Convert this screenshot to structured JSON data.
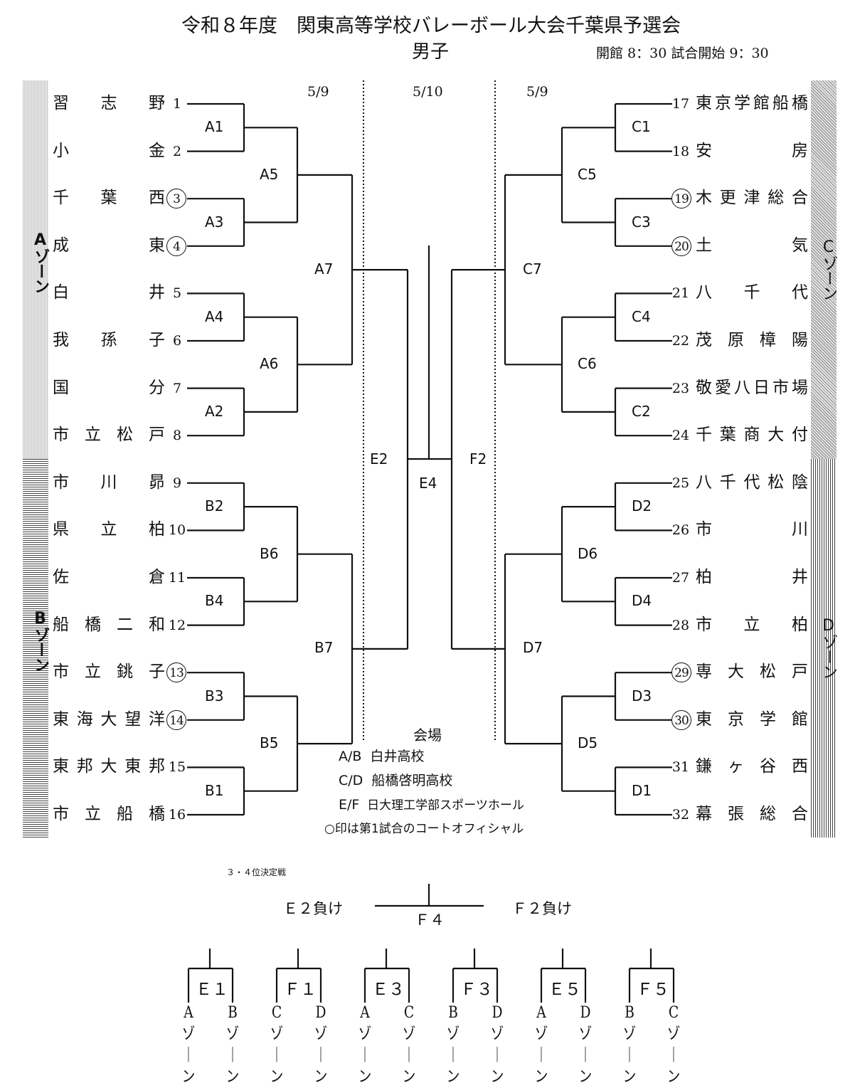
{
  "header": {
    "title": "令和８年度　関東高等学校バレーボール大会千葉県予選会",
    "subtitle": "男子",
    "times": "開館 8：30 試合開始 9：30"
  },
  "dates": {
    "left": "5/9",
    "center": "5/10",
    "right": "5/9"
  },
  "zones": {
    "A": "Aゾーン",
    "B": "Bゾーン",
    "C": "Cゾーン",
    "D": "Dゾーン"
  },
  "teams": [
    {
      "seed": "1",
      "name": [
        "習",
        "志",
        "野"
      ],
      "circled": false
    },
    {
      "seed": "2",
      "name": [
        "小",
        "金"
      ],
      "circled": false
    },
    {
      "seed": "3",
      "name": [
        "千",
        "葉",
        "西"
      ],
      "circled": true
    },
    {
      "seed": "4",
      "name": [
        "成",
        "東"
      ],
      "circled": true
    },
    {
      "seed": "5",
      "name": [
        "白",
        "井"
      ],
      "circled": false
    },
    {
      "seed": "6",
      "name": [
        "我",
        "孫",
        "子"
      ],
      "circled": false
    },
    {
      "seed": "7",
      "name": [
        "国",
        "分"
      ],
      "circled": false
    },
    {
      "seed": "8",
      "name": [
        "市",
        "立",
        "松",
        "戸"
      ],
      "circled": false
    },
    {
      "seed": "9",
      "name": [
        "市",
        "川",
        "昴"
      ],
      "circled": false
    },
    {
      "seed": "10",
      "name": [
        "県",
        "立",
        "柏"
      ],
      "circled": false
    },
    {
      "seed": "11",
      "name": [
        "佐",
        "倉"
      ],
      "circled": false
    },
    {
      "seed": "12",
      "name": [
        "船",
        "橋",
        "二",
        "和"
      ],
      "circled": false
    },
    {
      "seed": "13",
      "name": [
        "市",
        "立",
        "銚",
        "子"
      ],
      "circled": true
    },
    {
      "seed": "14",
      "name": [
        "東",
        "海",
        "大",
        "望",
        "洋"
      ],
      "circled": true
    },
    {
      "seed": "15",
      "name": [
        "東",
        "邦",
        "大",
        "東",
        "邦"
      ],
      "circled": false
    },
    {
      "seed": "16",
      "name": [
        "市",
        "立",
        "船",
        "橋"
      ],
      "circled": false
    },
    {
      "seed": "17",
      "name": [
        "東",
        "京",
        "学",
        "館",
        "船",
        "橋"
      ],
      "circled": false
    },
    {
      "seed": "18",
      "name": [
        "安",
        "房"
      ],
      "circled": false
    },
    {
      "seed": "19",
      "name": [
        "木",
        "更",
        "津",
        "総",
        "合"
      ],
      "circled": true
    },
    {
      "seed": "20",
      "name": [
        "土",
        "気"
      ],
      "circled": true
    },
    {
      "seed": "21",
      "name": [
        "八",
        "千",
        "代"
      ],
      "circled": false
    },
    {
      "seed": "22",
      "name": [
        "茂",
        "原",
        "樟",
        "陽"
      ],
      "circled": false
    },
    {
      "seed": "23",
      "name": [
        "敬",
        "愛",
        "八",
        "日",
        "市",
        "場"
      ],
      "circled": false
    },
    {
      "seed": "24",
      "name": [
        "千",
        "葉",
        "商",
        "大",
        "付"
      ],
      "circled": false
    },
    {
      "seed": "25",
      "name": [
        "八",
        "千",
        "代",
        "松",
        "陰"
      ],
      "circled": false
    },
    {
      "seed": "26",
      "name": [
        "市",
        "川"
      ],
      "circled": false
    },
    {
      "seed": "27",
      "name": [
        "柏",
        "井"
      ],
      "circled": false
    },
    {
      "seed": "28",
      "name": [
        "市",
        "立",
        "柏"
      ],
      "circled": false
    },
    {
      "seed": "29",
      "name": [
        "専",
        "大",
        "松",
        "戸"
      ],
      "circled": true
    },
    {
      "seed": "30",
      "name": [
        "東",
        "京",
        "学",
        "館"
      ],
      "circled": true
    },
    {
      "seed": "31",
      "name": [
        "鎌",
        "ヶ",
        "谷",
        "西"
      ],
      "circled": false
    },
    {
      "seed": "32",
      "name": [
        "幕",
        "張",
        "総",
        "合"
      ],
      "circled": false
    }
  ],
  "matches": {
    "A1": "A1",
    "A3": "A3",
    "A4": "A4",
    "A2": "A2",
    "A5": "A5",
    "A6": "A6",
    "A7": "A7",
    "B2": "B2",
    "B4": "B4",
    "B3": "B3",
    "B1": "B1",
    "B6": "B6",
    "B5": "B5",
    "B7": "B7",
    "C1": "C1",
    "C3": "C3",
    "C4": "C4",
    "C2": "C2",
    "C5": "C5",
    "C6": "C6",
    "C7": "C7",
    "D2": "D2",
    "D4": "D4",
    "D3": "D3",
    "D1": "D1",
    "D6": "D6",
    "D5": "D5",
    "D7": "D7",
    "E2": "E2",
    "E4": "E4",
    "F2": "F2"
  },
  "venues": {
    "title": "会場",
    "items": [
      {
        "zones": "A/B",
        "place": "白井高校"
      },
      {
        "zones": "C/D",
        "place": "船橋啓明高校"
      },
      {
        "zones": "E/F",
        "place": "日大理工学部スポーツホール"
      }
    ],
    "note": "○印は第1試合のコートオフィシャル"
  },
  "third_place": {
    "title": "３・４位決定戦",
    "left": "Ｅ２負け",
    "right": "Ｆ２負け",
    "match": "Ｆ４"
  },
  "consolation": [
    {
      "label": "Ｅ１",
      "left": "A",
      "right": "B"
    },
    {
      "label": "Ｆ１",
      "left": "C",
      "right": "D"
    },
    {
      "label": "Ｅ３",
      "left": "A",
      "right": "C"
    },
    {
      "label": "Ｆ３",
      "left": "B",
      "right": "D"
    },
    {
      "label": "Ｅ５",
      "left": "A",
      "right": "D"
    },
    {
      "label": "Ｆ５",
      "left": "B",
      "right": "C"
    }
  ],
  "zone_suffix": [
    "ゾ",
    "｜",
    "ン"
  ]
}
